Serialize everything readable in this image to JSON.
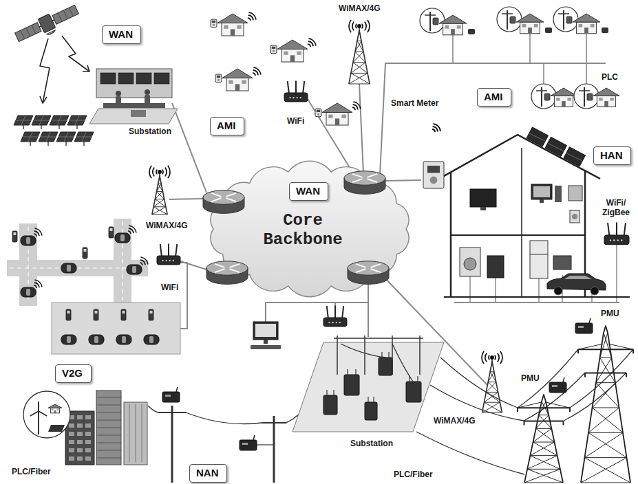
{
  "diagram": {
    "nodes": [
      {
        "text": [
          "WAN"
        ]
      },
      {
        "text": [
          "AMI"
        ]
      },
      {
        "text": [
          "AMI"
        ]
      },
      {
        "text": [
          "HAN"
        ]
      },
      {
        "text": [
          "Core Backbone"
        ]
      },
      {
        "text": [
          "WAN"
        ],
        "in": 4
      },
      {
        "text": [
          "V2G"
        ]
      },
      {
        "text": [
          "NAN"
        ]
      }
    ],
    "labels": [
      "WiMAX/4G",
      "PLC",
      "Smart Meter",
      "WiFi",
      "Substation",
      "WiFi/ ZigBee",
      "WiMAX/4G",
      "WiFi",
      "PMU",
      "PMU",
      "WiMAX/4G",
      "Substation",
      "PLC/Fiber",
      "PLC/Fiber"
    ]
  }
}
